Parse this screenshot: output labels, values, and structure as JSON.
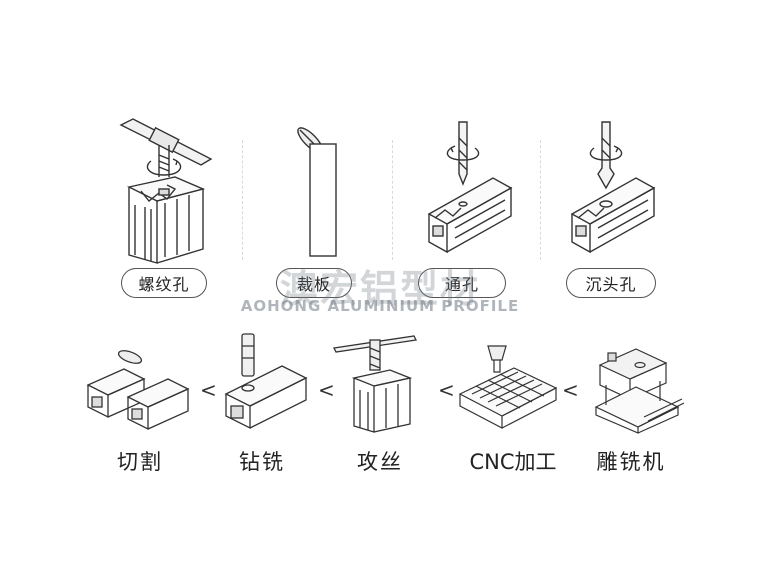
{
  "top_row": {
    "pills": [
      "螺纹孔",
      "裁板",
      "通孔",
      "沉头孔"
    ]
  },
  "watermark": {
    "chinese": "澳宏铝型材",
    "english": "AOHONG ALUMINIUM PROFILE"
  },
  "bottom_row": {
    "labels": [
      "切割",
      "钻铣",
      "攻丝",
      "CNC加工",
      "雕铣机"
    ],
    "separator": "<"
  },
  "colors": {
    "line": "#333333",
    "pill_border": "#555555",
    "watermark": "#8a9096"
  }
}
